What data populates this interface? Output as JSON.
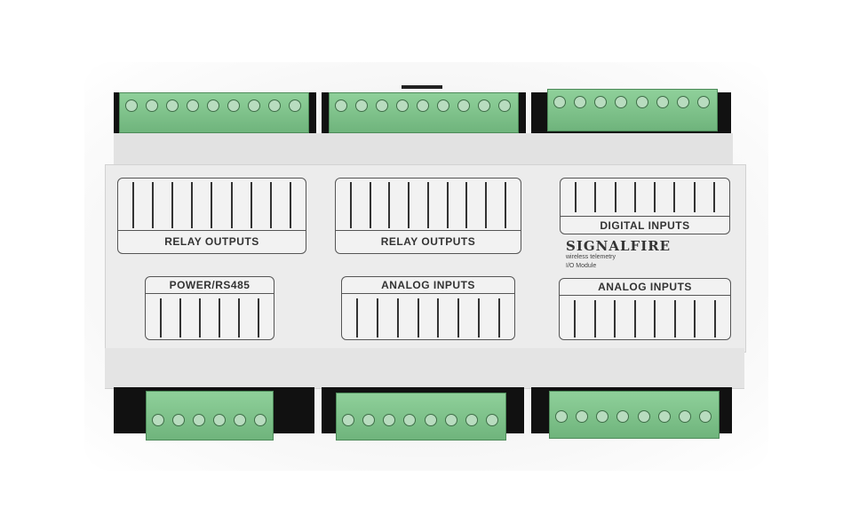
{
  "product": {
    "brand": "SIGNALFIRE",
    "tagline": "wireless telemetry",
    "model_line": "I/O Module"
  },
  "labels": {
    "relay_outputs_1": "RELAY OUTPUTS",
    "relay_outputs_2": "RELAY OUTPUTS",
    "digital_inputs": "DIGITAL INPUTS",
    "power_rs485": "POWER/RS485",
    "analog_inputs_1": "ANALOG INPUTS",
    "analog_inputs_2": "ANALOG INPUTS"
  },
  "terminal_blocks": {
    "top": [
      {
        "screws": 9
      },
      {
        "screws": 9
      },
      {
        "screws": 8
      }
    ],
    "bottom": [
      {
        "screws": 6
      },
      {
        "screws": 8
      },
      {
        "screws": 8
      }
    ]
  },
  "colors": {
    "terminal_green": "#7cc08a",
    "housing": "#ececec",
    "terminal_dark": "#111111"
  }
}
